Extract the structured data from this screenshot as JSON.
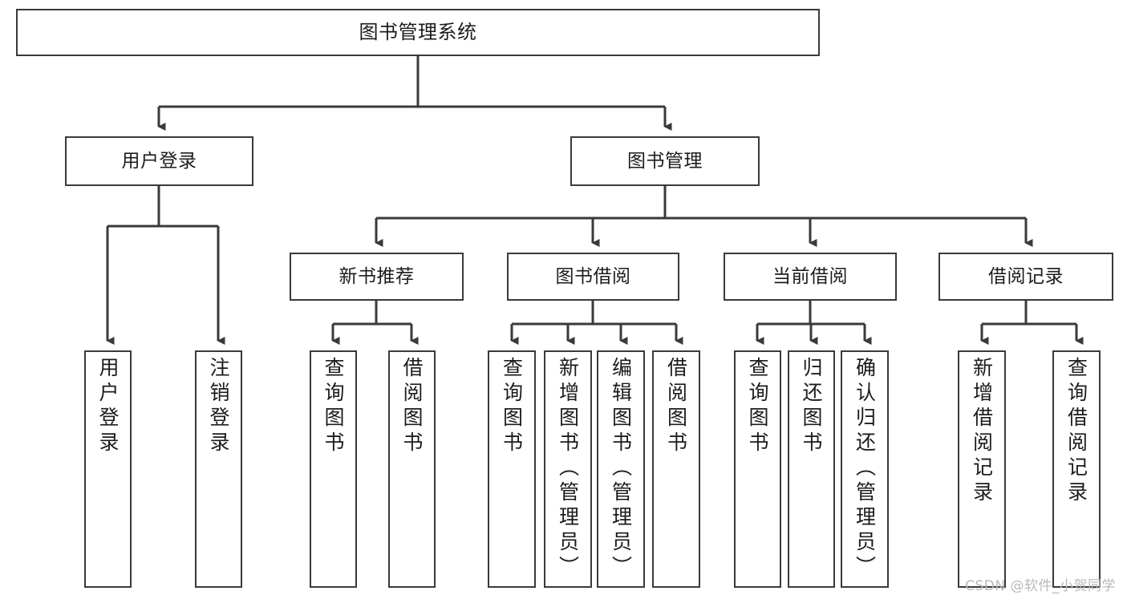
{
  "diagram": {
    "type": "tree",
    "title": "图书管理系统",
    "watermark": "CSDN @软件_小贺同学",
    "colors": {
      "box_border": "#3a3a3a",
      "box_fill": "#ffffff",
      "edge": "#3a3a3a",
      "text": "#1c1c1c",
      "watermark": "#b9b9b9"
    },
    "nodes": {
      "root": {
        "label": "图书管理系统"
      },
      "level2": [
        {
          "label": "用户登录"
        },
        {
          "label": "图书管理"
        }
      ],
      "level3": [
        {
          "label": "新书推荐"
        },
        {
          "label": "图书借阅"
        },
        {
          "label": "当前借阅"
        },
        {
          "label": "借阅记录"
        }
      ],
      "leaves": {
        "user_login": [
          {
            "label": "用户登录"
          },
          {
            "label": "注销登录"
          }
        ],
        "new_book": [
          {
            "label": "查询图书"
          },
          {
            "label": "借阅图书"
          }
        ],
        "book_borrow": [
          {
            "label": "查询图书"
          },
          {
            "label": "新增图书（管理员）"
          },
          {
            "label": "编辑图书（管理员）"
          },
          {
            "label": "借阅图书"
          }
        ],
        "current_borrow": [
          {
            "label": "查询图书"
          },
          {
            "label": "归还图书"
          },
          {
            "label": "确认归还（管理员）"
          }
        ],
        "borrow_record": [
          {
            "label": "新增借阅记录"
          },
          {
            "label": "查询借阅记录"
          }
        ]
      }
    }
  }
}
